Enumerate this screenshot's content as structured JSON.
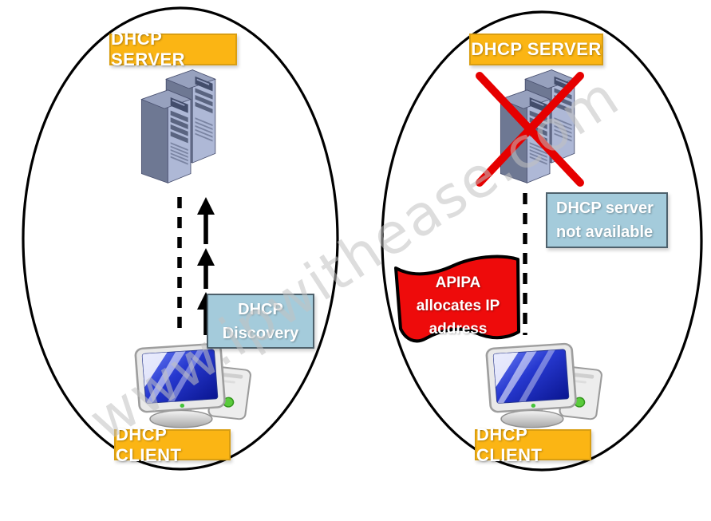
{
  "watermark": "www.ipwithease.com",
  "colors": {
    "accent-orange": "#FBB514",
    "accent-orange-border": "#D99E12",
    "accent-blue": "#A4CBDB",
    "accent-blue-border": "#4E616C",
    "flag-red": "#EE0B0B",
    "cross-red": "#E60000"
  },
  "left_panel": {
    "server_label": "DHCP SERVER",
    "client_label": "DHCP CLIENT",
    "message_line1": "DHCP",
    "message_line2": "Discovery"
  },
  "right_panel": {
    "server_label": "DHCP SERVER",
    "client_label": "DHCP CLIENT",
    "status_line1": "DHCP server",
    "status_line2": "not available",
    "flag_line1": "APIPA",
    "flag_line2": "allocates IP",
    "flag_line3": "address"
  }
}
